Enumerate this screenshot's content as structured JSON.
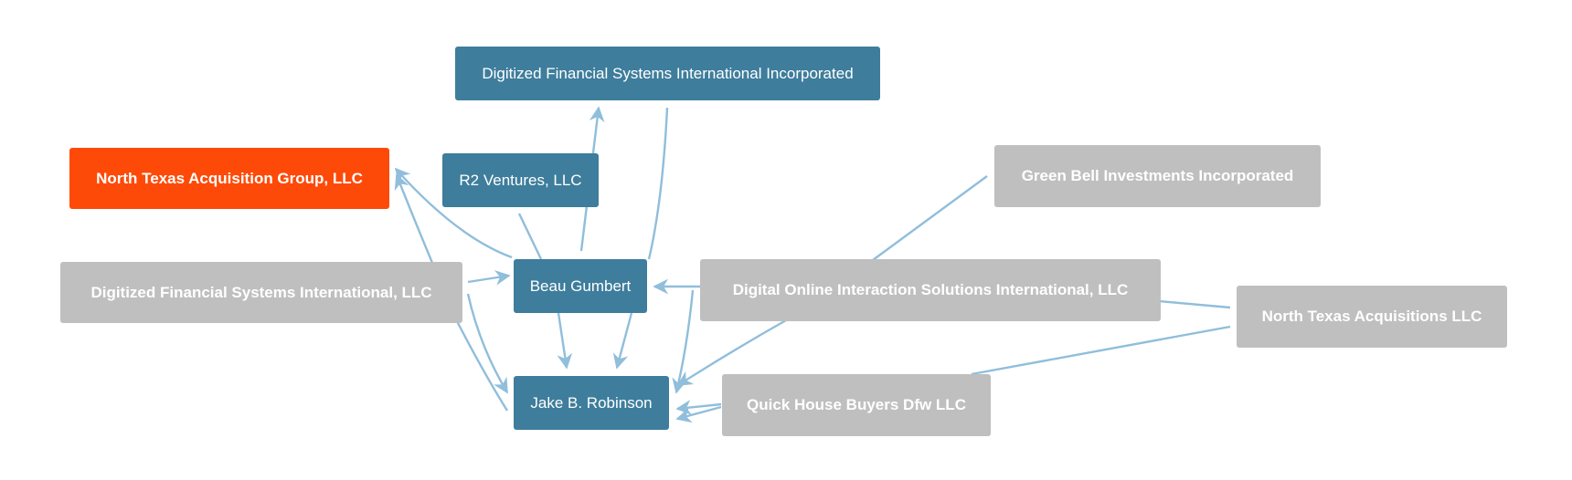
{
  "colors": {
    "person_node": "#3e7d9c",
    "company_node": "#bfbfbf",
    "focus_node": "#fe4a08",
    "edge": "#90bedb",
    "text": "#ffffff"
  },
  "nodes": {
    "digitized_incorporated": "Digitized Financial Systems International Incorporated",
    "north_texas_group": "North Texas Acquisition Group, LLC",
    "r2_ventures": "R2 Ventures, LLC",
    "digitized_llc": "Digitized Financial Systems International, LLC",
    "beau_gumbert": "Beau Gumbert",
    "jake_robinson": "Jake B. Robinson",
    "green_bell": "Green Bell Investments Incorporated",
    "digital_online": "Digital Online Interaction Solutions International, LLC",
    "north_texas_acquisitions": "North Texas Acquisitions LLC",
    "quick_house": "Quick House Buyers Dfw LLC"
  }
}
